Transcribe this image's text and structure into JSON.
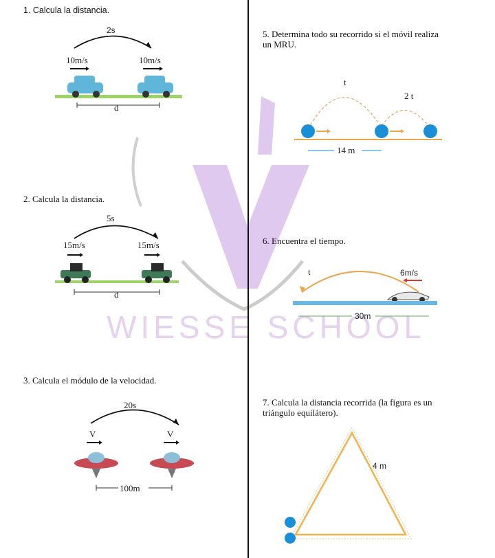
{
  "watermark": {
    "text": "WIESSE SCHOOL",
    "color": "#d9bfe9"
  },
  "problems": {
    "p1": {
      "text": "1.  Calcula la distancia.",
      "time": "2s",
      "v1": "10m/s",
      "v2": "10m/s",
      "dist": "d"
    },
    "p2": {
      "text": "2.  Calcula la distancia.",
      "time": "5s",
      "v1": "15m/s",
      "v2": "15m/s",
      "dist": "d"
    },
    "p3": {
      "text": "3.  Calcula el módulo de la velocidad.",
      "time": "20s",
      "v1": "V",
      "v2": "V",
      "dist": "100m"
    },
    "p5": {
      "text_line1": "5. Determina todo su recorrido si el móvil realiza",
      "text_line2": "un MRU.",
      "t1": "t",
      "t2": "2 t",
      "dist": "14 m"
    },
    "p6": {
      "text": "6. Encuentra el tiempo.",
      "time": "t",
      "speed": "6m/s",
      "dist": "30m"
    },
    "p7": {
      "text_line1": "7. Calcula la distancia recorrida (la figura es un",
      "text_line2": "triángulo equilátero).",
      "side": "4 m"
    }
  }
}
